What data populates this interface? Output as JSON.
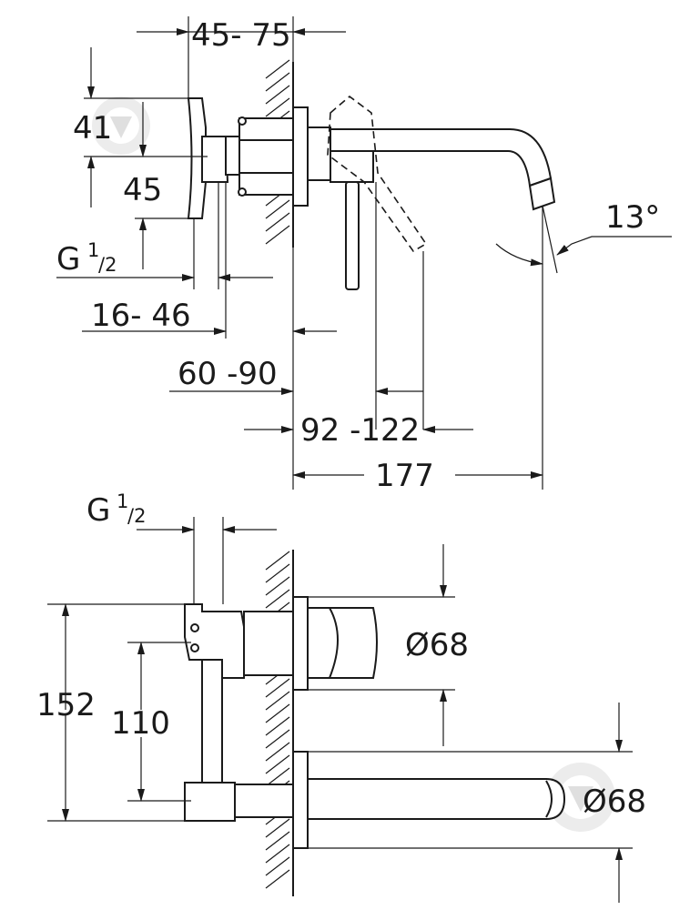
{
  "top_view": {
    "dim_45_75": "45- 75",
    "dim_41": "41",
    "dim_45": "45",
    "thread_g": "G",
    "thread_num": "1",
    "thread_den": "/2",
    "dim_16_46": "16- 46",
    "dim_60_90": "60 -90",
    "dim_92_122": "92 -122",
    "dim_177": "177",
    "angle": "13°"
  },
  "front_view": {
    "thread_g": "G",
    "thread_num": "1",
    "thread_den": "/2",
    "dim_152": "152",
    "dim_110": "110",
    "diam_top": "Ø68",
    "diam_bottom": "Ø68"
  },
  "colors": {
    "line": "#1a1a1a",
    "watermark": "#dcdcdc"
  }
}
